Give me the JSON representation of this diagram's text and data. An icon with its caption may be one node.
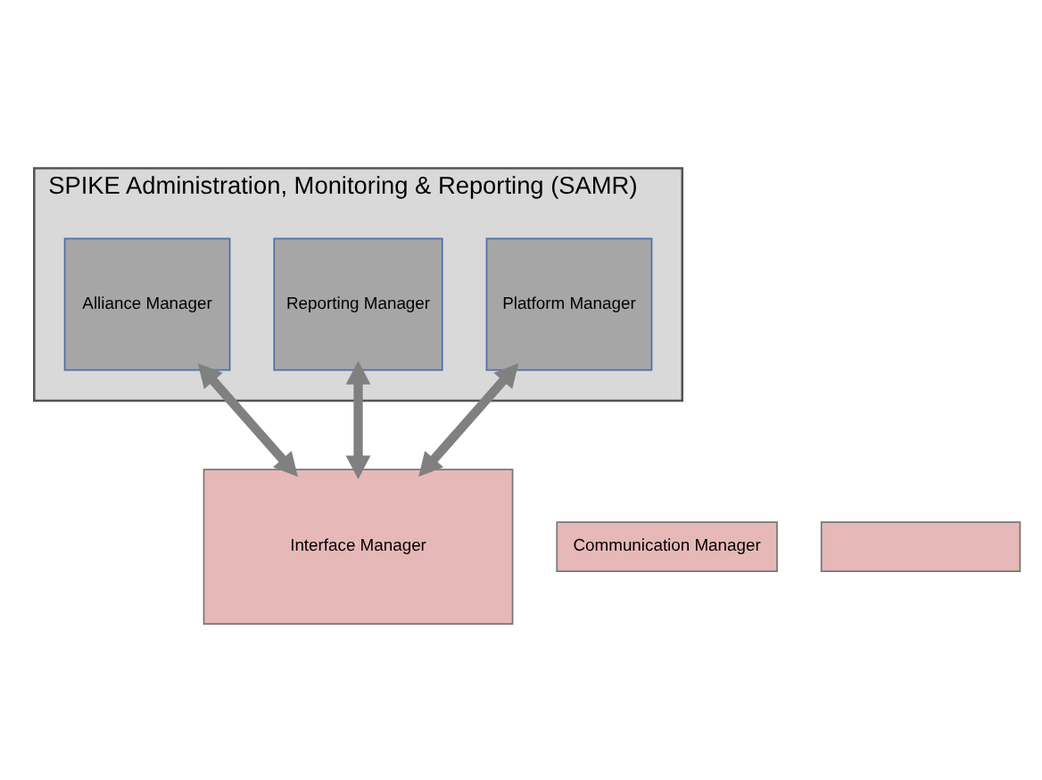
{
  "diagram": {
    "nodes": [
      {
        "text": [
          "SPIKE Administration, Monitoring & Reporting (SAMR)"
        ]
      },
      {
        "text": [
          "Platform Manager"
        ],
        "in": 0
      },
      {
        "text": [
          "Reporting Manager"
        ],
        "in": 0
      },
      {
        "text": [
          "Alliance Manager"
        ],
        "in": 0
      },
      {
        "text": [
          "Interface Manager"
        ]
      },
      {
        "text": [
          "Communication Manager"
        ]
      },
      {
        "text": [],
        "shape": "box"
      }
    ],
    "edges": [
      {
        "from": 1,
        "to": 4,
        "arrow": "both"
      },
      {
        "from": 2,
        "to": 4,
        "arrow": "both"
      },
      {
        "from": 3,
        "to": 4,
        "arrow": "both"
      }
    ]
  }
}
